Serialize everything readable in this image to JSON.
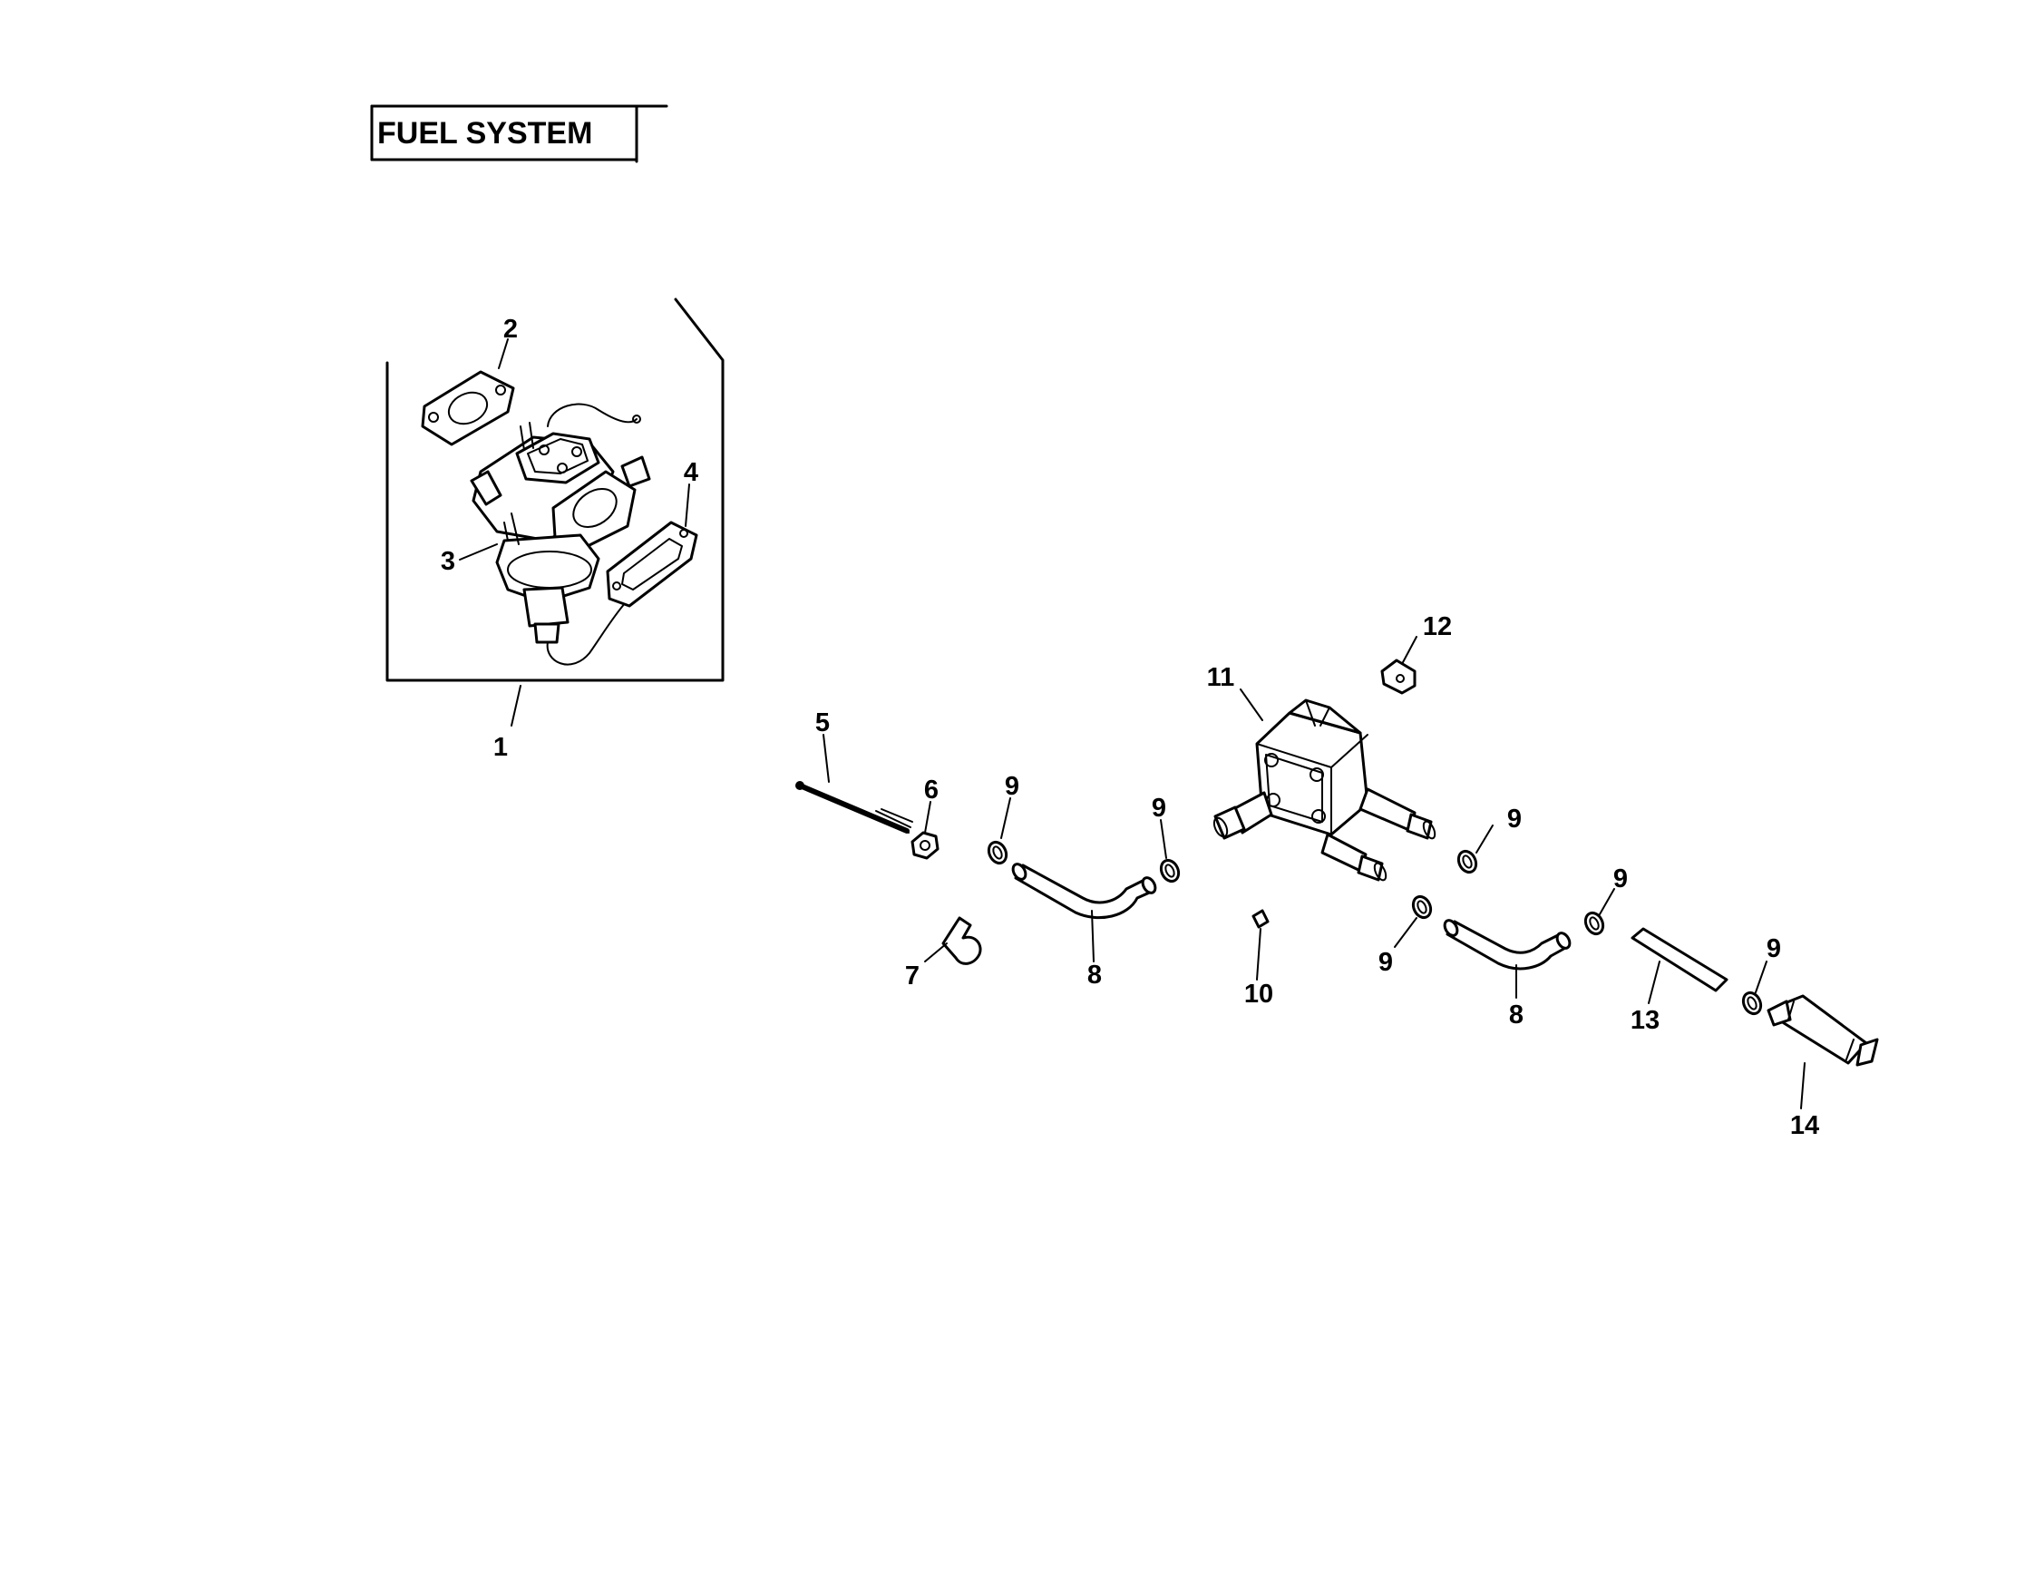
{
  "title": "FUEL SYSTEM",
  "callouts": {
    "c1": "1",
    "c2": "2",
    "c3": "3",
    "c4": "4",
    "c5": "5",
    "c6": "6",
    "c7": "7",
    "c8a": "8",
    "c8b": "8",
    "c9a": "9",
    "c9b": "9",
    "c9c": "9",
    "c9d": "9",
    "c9e": "9",
    "c9f": "9",
    "c10": "10",
    "c11": "11",
    "c12": "12",
    "c13": "13",
    "c14": "14"
  }
}
